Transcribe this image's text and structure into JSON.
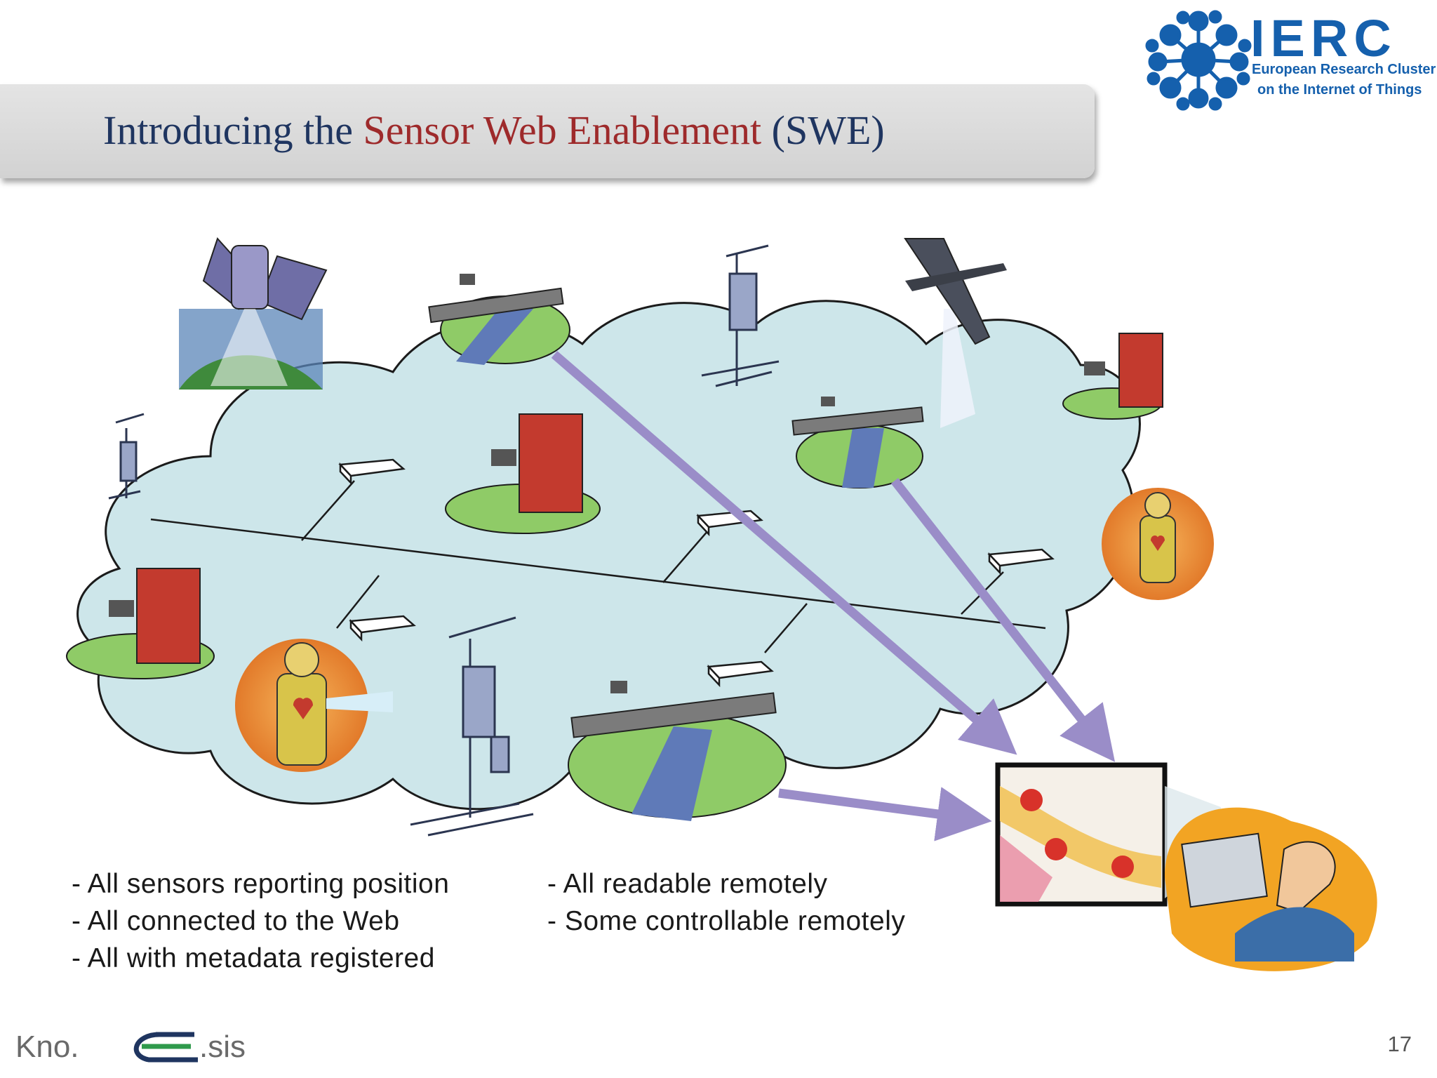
{
  "header": {
    "title_pre": "Introducing the ",
    "title_accent": "Sensor Web Enablement",
    "title_post": " (SWE)",
    "colors": {
      "title": "#1f3560",
      "accent": "#9e2a2b"
    }
  },
  "logo": {
    "name": "IERC",
    "subtitle_line1": "European Research Cluster",
    "subtitle_line2": "on the Internet of Things",
    "icon": "molecule-network-icon"
  },
  "bullets": {
    "left": [
      "- All sensors reporting position",
      "- All connected to the Web",
      "- All with metadata registered"
    ],
    "right": [
      "- All readable remotely",
      "- Some controllable remotely"
    ]
  },
  "footer": {
    "brand": "kno.e.sis",
    "brand_left": "Kno.",
    "brand_right": ".sis",
    "page_number": "17"
  },
  "diagram_icons": [
    "satellite-icon",
    "weather-station-icon",
    "bridge-camera-icon",
    "building-camera-icon",
    "uav-icon",
    "firefighter-icon",
    "network-node-icon",
    "map-monitor-icon",
    "user-computer-icon"
  ]
}
